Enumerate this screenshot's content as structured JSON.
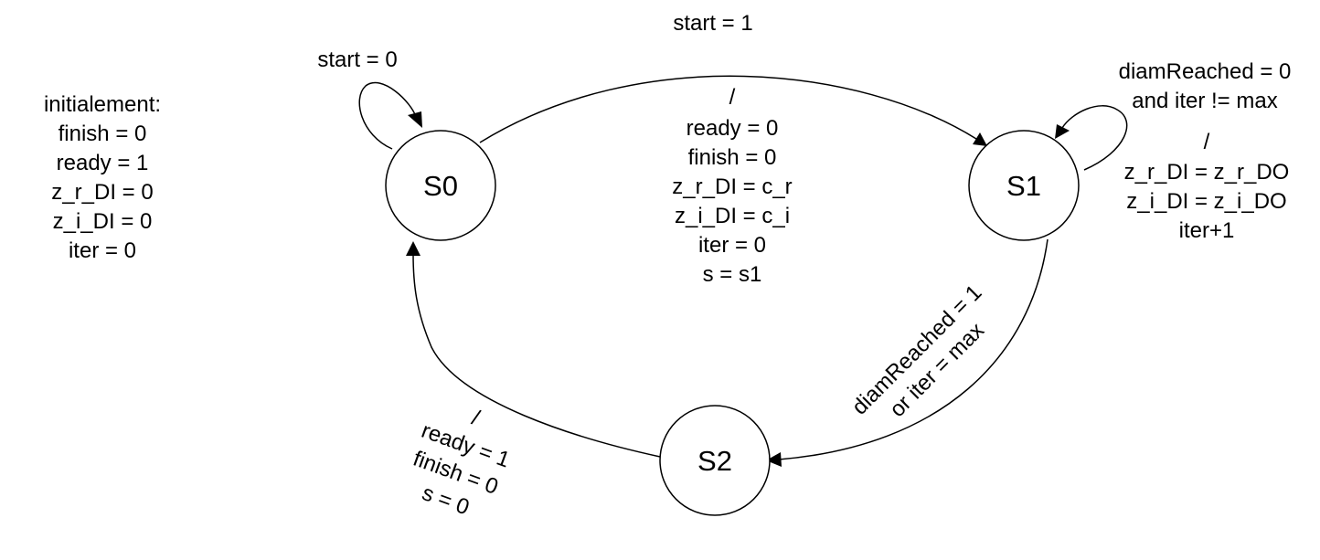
{
  "initial_note": [
    "initialement:",
    "finish = 0",
    "ready = 1",
    "z_r_DI = 0",
    "z_i_DI = 0",
    "iter = 0"
  ],
  "states": {
    "s0": "S0",
    "s1": "S1",
    "s2": "S2"
  },
  "transitions": {
    "s0_self": {
      "condition": [
        "start = 0"
      ]
    },
    "s0_to_s1": {
      "condition": [
        "start = 1"
      ],
      "actions": [
        "/",
        "ready = 0",
        "finish = 0",
        "z_r_DI = c_r",
        "z_i_DI = c_i",
        "iter = 0",
        "s = s1"
      ]
    },
    "s1_self": {
      "condition": [
        "diamReached = 0",
        "and iter != max"
      ],
      "actions": [
        "/",
        "z_r_DI = z_r_DO",
        "z_i_DI = z_i_DO",
        "iter+1"
      ]
    },
    "s1_to_s2": {
      "condition": [
        "diamReached = 1",
        "or iter = max"
      ]
    },
    "s2_to_s0": {
      "actions": [
        "/",
        "ready = 1",
        "finish = 0",
        "s = 0"
      ]
    }
  }
}
